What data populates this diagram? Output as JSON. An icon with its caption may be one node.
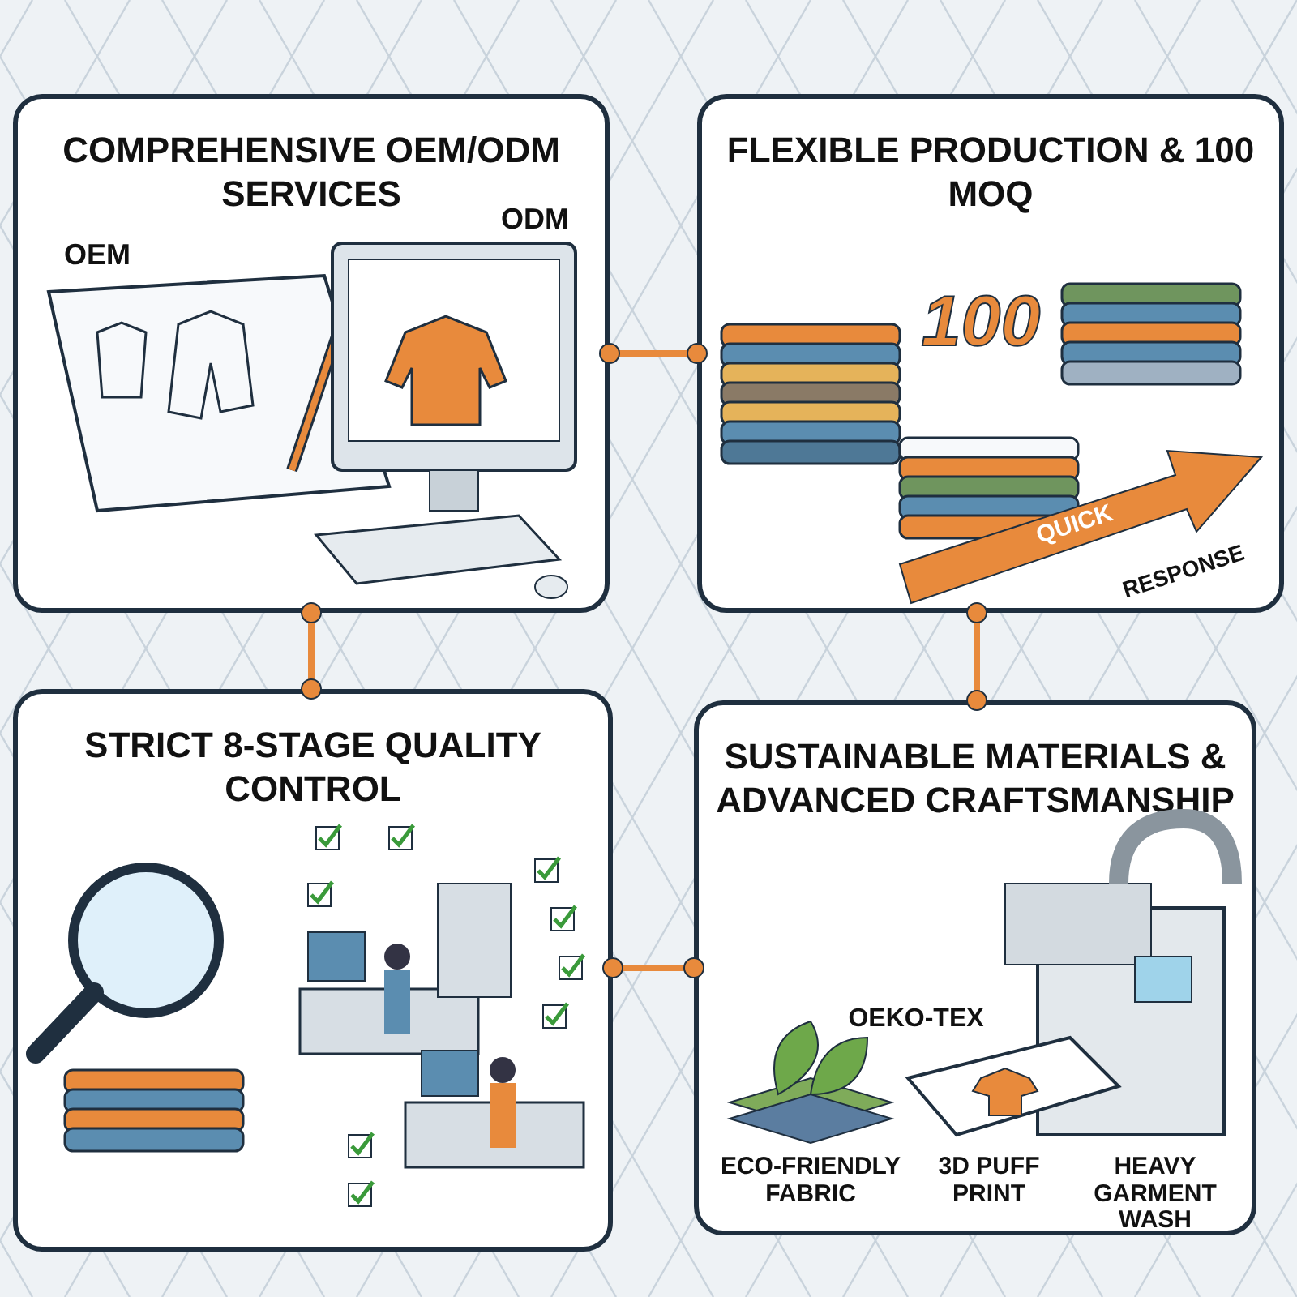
{
  "diagram": {
    "nodes": [
      {
        "text": [
          "COMPREHENSIVE OEM/ODM SERVICES"
        ]
      },
      {
        "text": [
          "FLEXIBLE PRODUCTION & 100 MOQ"
        ]
      },
      {
        "text": [
          "STRICT 8-STAGE QUALITY CONTROL"
        ]
      },
      {
        "text": [
          "SUSTAINABLE MATERIALS & ADVANCED CRAFTSMANSHIP"
        ]
      }
    ],
    "edges": [
      {
        "from": 0,
        "to": 1,
        "arrow": "other"
      },
      {
        "from": 0,
        "to": 2,
        "arrow": "other"
      },
      {
        "from": 1,
        "to": 3,
        "arrow": "other"
      },
      {
        "from": 2,
        "to": 3,
        "arrow": "other"
      }
    ],
    "labels": [
      "OEM",
      "ODM",
      "100",
      "QUICK",
      "RESPONSE",
      "OEKO-TEX",
      "ECO-FRIENDLY FABRIC",
      "3D PUFF PRINT",
      "HEAVY GARMENT WASH"
    ]
  }
}
